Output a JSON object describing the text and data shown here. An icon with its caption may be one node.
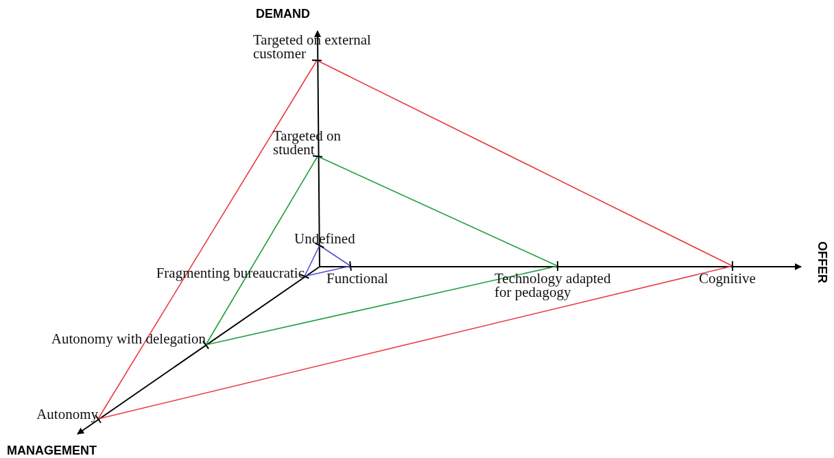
{
  "diagram": {
    "nodes": [
      {
        "text": [
          "Targeted on external customer"
        ]
      },
      {
        "text": [
          "Targeted on student"
        ]
      },
      {
        "text": [
          "Undefined"
        ]
      },
      {
        "text": [
          "Fragmenting bureaucratic"
        ]
      },
      {
        "text": [
          "Functional"
        ]
      },
      {
        "text": [
          "Technology adapted for pedagogy"
        ]
      },
      {
        "text": [
          "Cognitive"
        ]
      },
      {
        "text": [
          "Autonomy with delegation"
        ]
      },
      {
        "text": [
          "Autonomy"
        ]
      }
    ],
    "edges": [
      {
        "from": 0,
        "to": 6,
        "arrow": "none",
        "color": "#ea3a40"
      },
      {
        "from": 6,
        "to": 8,
        "arrow": "none",
        "color": "#ea3a40"
      },
      {
        "from": 8,
        "to": 0,
        "arrow": "none",
        "color": "#ea3a40"
      },
      {
        "from": 1,
        "to": 5,
        "arrow": "none",
        "color": "#1f9e3c"
      },
      {
        "from": 5,
        "to": 7,
        "arrow": "none",
        "color": "#1f9e3c"
      },
      {
        "from": 7,
        "to": 1,
        "arrow": "none",
        "color": "#1f9e3c"
      },
      {
        "from": 2,
        "to": 4,
        "arrow": "none",
        "color": "#4b4bd8"
      },
      {
        "from": 4,
        "to": 3,
        "arrow": "none",
        "color": "#4b4bd8"
      },
      {
        "from": 3,
        "to": 2,
        "arrow": "none",
        "color": "#4b4bd8"
      }
    ],
    "labels": [
      "DEMAND",
      "OFFER",
      "MANAGEMENT"
    ]
  }
}
